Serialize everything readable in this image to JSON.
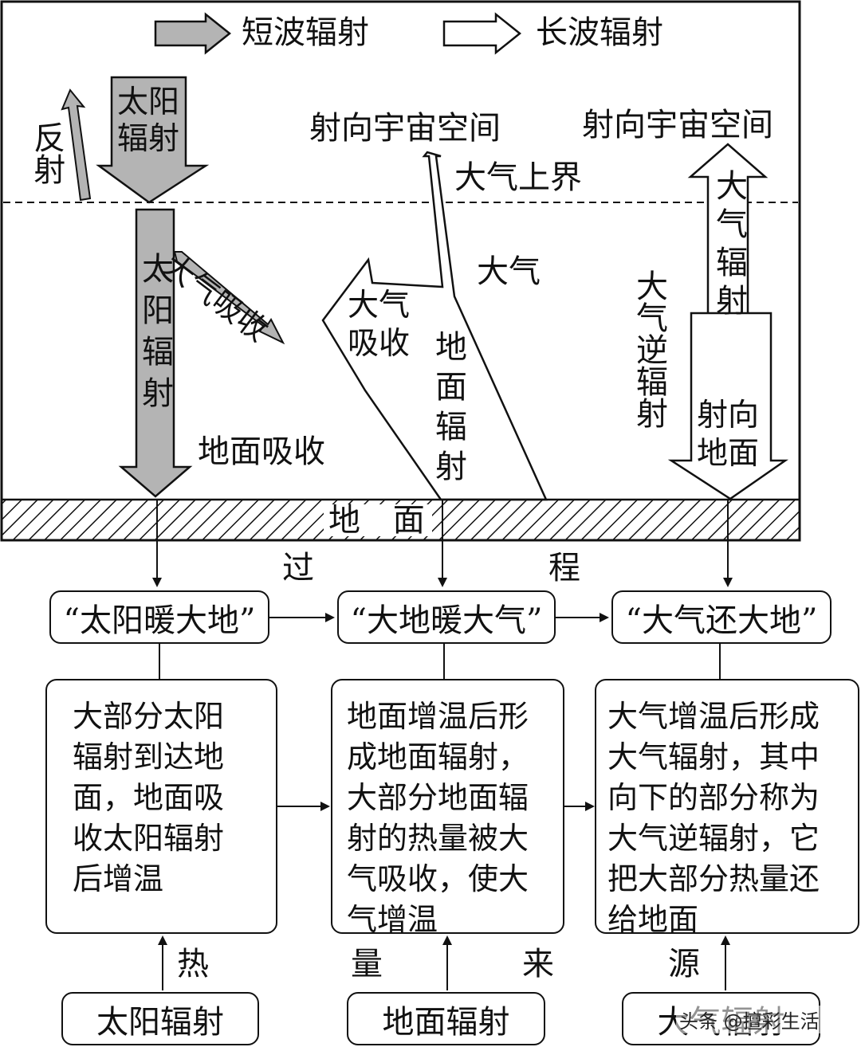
{
  "legend": {
    "shortwave_label": "短波辐射",
    "longwave_label": "长波辐射"
  },
  "diagram": {
    "reflection": "反射",
    "solar_radiation_top": "太阳辐射",
    "solar_radiation_lower": "太阳辐射",
    "atmosphere_absorb_solar": "大气吸收",
    "ground_absorb": "地面吸收",
    "to_space_left": "射向宇宙空间",
    "to_space_right": "射向宇宙空间",
    "atmosphere_top_boundary": "大气上界",
    "atmosphere": "大气",
    "atmosphere_absorb_ground": "大气吸收",
    "ground_radiation": "地面辐射",
    "atmospheric_radiation": "大气辐射",
    "counter_radiation": "大气逆辐射",
    "toward_ground": "射向地面",
    "ground": "地 面"
  },
  "process": {
    "label_left": "过",
    "label_right": "程",
    "steps": [
      "“太阳暖大地”",
      "“大地暖大气”",
      "“大气还大地”"
    ],
    "descriptions": [
      "大部分太阳\n辐射到达地\n面，地面吸\n收太阳辐射\n后增温",
      "地面增温后形\n成地面辐射，\n大部分地面辐\n射的热量被大\n气吸收，使大\n气增温",
      "大气增温后形成\n大气辐射，其中\n向下的部分称为\n大气逆辐射，它\n把大部分热量还\n给地面"
    ]
  },
  "heat_source": {
    "label_chars": [
      "热",
      "量",
      "来",
      "源"
    ],
    "sources": [
      "太阳辐射",
      "地面辐射",
      "大气辐射"
    ]
  },
  "watermark": "头条 @擅彩生活",
  "colors": {
    "shortwave_fill": "#b4b4b4",
    "longwave_fill": "#ffffff",
    "stroke": "#111111"
  }
}
